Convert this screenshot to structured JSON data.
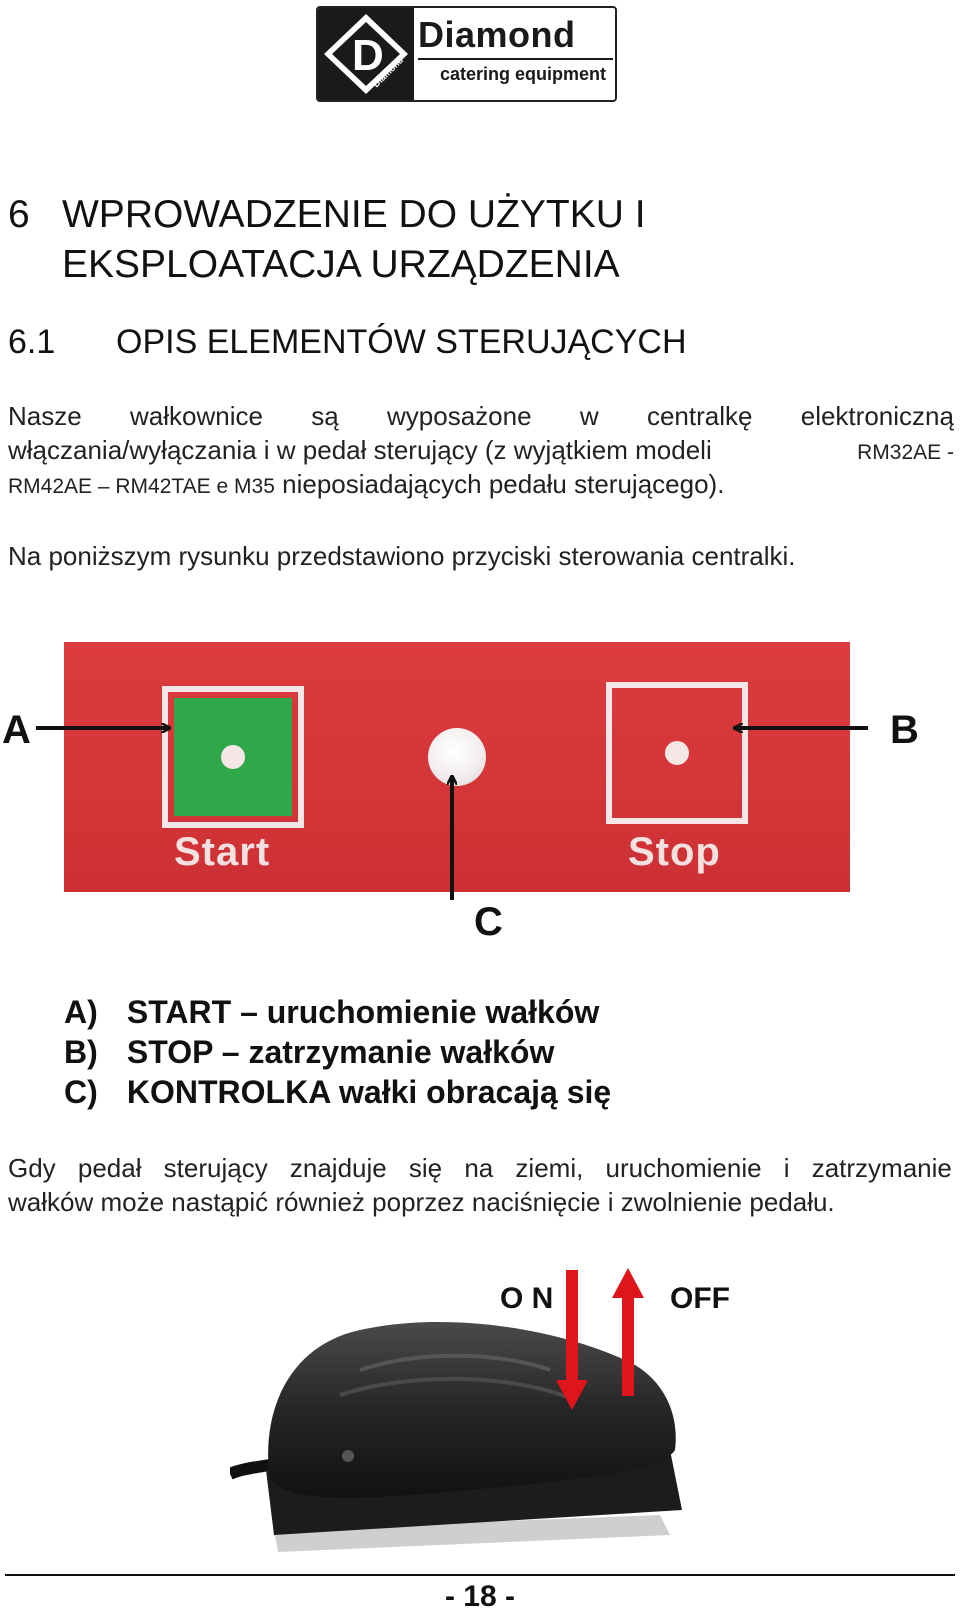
{
  "logo": {
    "brand": "Diamond",
    "tagline": "catering equipment",
    "emblem_letter": "D",
    "emblem_text": "Diamond"
  },
  "heading": {
    "number": "6",
    "line1": "WPROWADZENIE DO UŻYTKU I",
    "line2": "EKSPLOATACJA URZĄDZENIA"
  },
  "subheading": {
    "number": "6.1",
    "title": "OPIS ELEMENTÓW STERUJĄCYCH"
  },
  "paragraph1": {
    "line1_words": [
      "Nasze",
      "wałkownice",
      "są",
      "wyposażone",
      "w",
      "centralkę",
      "elektroniczną"
    ],
    "line2_main": "włączania/wyłączania i w pedał sterujący (z wyjątkiem modeli",
    "line2_models": "RM32AE -",
    "line3_models": "RM42AE – RM42TAE e M35",
    "line3_main": "nieposiadających pedału sterującego)."
  },
  "paragraph2": "Na poniższym rysunku przedstawiono przyciski sterowania centralki.",
  "panel": {
    "start_label": "Start",
    "stop_label": "Stop",
    "callout_a": "A",
    "callout_b": "B",
    "callout_c": "C",
    "panel_color": "#d43538",
    "start_color": "#2fa84a"
  },
  "legend": [
    {
      "key": "A)",
      "text": "START – uruchomienie wałków"
    },
    {
      "key": "B)",
      "text": "STOP – zatrzymanie wałków"
    },
    {
      "key": "C)",
      "text": "KONTROLKA wałki obracają się"
    }
  ],
  "paragraph3": {
    "line1_words": [
      "Gdy",
      "pedał",
      "sterujący",
      "znajduje",
      "się",
      "na",
      "ziemi,",
      "uruchomienie",
      "i",
      "zatrzymanie"
    ],
    "line2": "wałków może nastąpić również poprzez naciśnięcie i zwolnienie pedału."
  },
  "pedal": {
    "on_label": "O N",
    "off_label": "OFF",
    "arrow_color": "#e0141b"
  },
  "footer": {
    "page_number": "- 18 -"
  }
}
